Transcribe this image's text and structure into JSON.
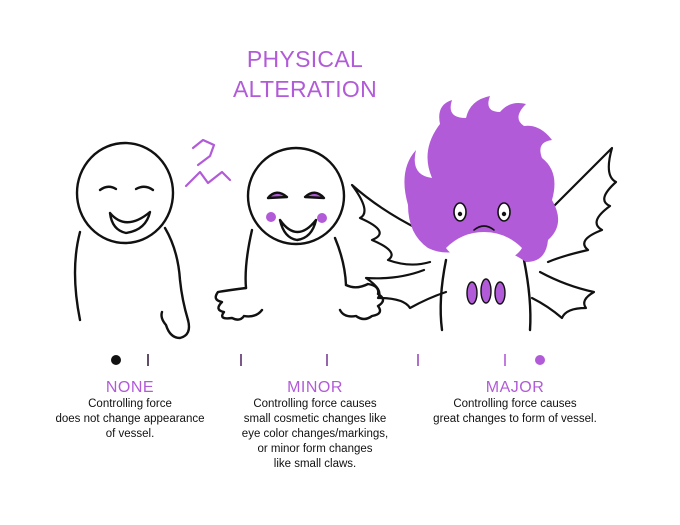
{
  "title_lines": [
    "PHYSICAL",
    "ALTERATION"
  ],
  "accent_color": "#b25bd8",
  "scale_gradient": [
    "#111111",
    "#b25bd8"
  ],
  "levels": [
    {
      "name": "NONE",
      "description_lines": [
        "Controlling force",
        "does not change appearance",
        "of vessel."
      ]
    },
    {
      "name": "MINOR",
      "description_lines": [
        "Controlling force causes",
        "small cosmetic changes like",
        "eye color changes/markings,",
        "or minor form changes",
        "like small claws."
      ]
    },
    {
      "name": "MAJOR",
      "description_lines": [
        "Controlling force causes",
        "great changes to form of vessel."
      ]
    }
  ],
  "illustrations": [
    "plain-figure",
    "marked-figure",
    "transformed-figure"
  ]
}
